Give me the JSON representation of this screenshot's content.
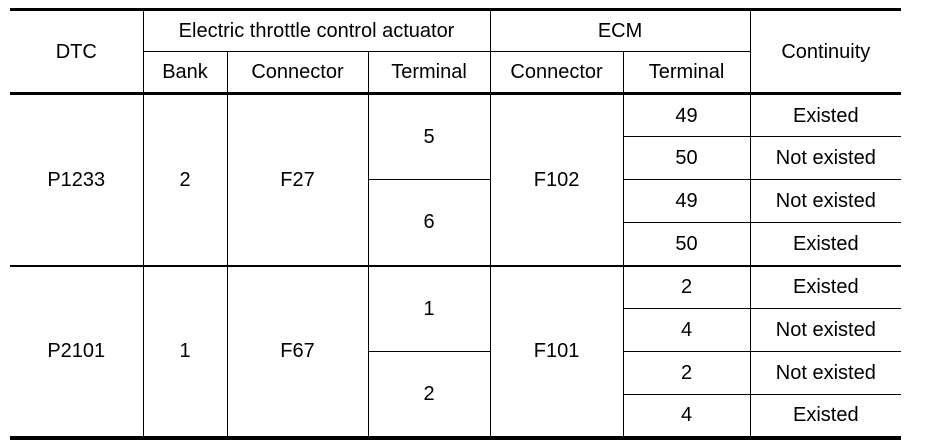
{
  "header": {
    "dtc": "DTC",
    "etca": "Electric throttle control actuator",
    "ecm": "ECM",
    "continuity": "Continuity",
    "bank": "Bank",
    "connector": "Connector",
    "terminal": "Terminal",
    "ecm_connector": "Connector",
    "ecm_terminal": "Terminal"
  },
  "groups": [
    {
      "dtc": "P1233",
      "bank": "2",
      "connector": "F27",
      "ecm_connector": "F102",
      "terminals": [
        {
          "terminal": "5",
          "rows": [
            {
              "ecm_terminal": "49",
              "continuity": "Existed"
            },
            {
              "ecm_terminal": "50",
              "continuity": "Not existed"
            }
          ]
        },
        {
          "terminal": "6",
          "rows": [
            {
              "ecm_terminal": "49",
              "continuity": "Not existed"
            },
            {
              "ecm_terminal": "50",
              "continuity": "Existed"
            }
          ]
        }
      ]
    },
    {
      "dtc": "P2101",
      "bank": "1",
      "connector": "F67",
      "ecm_connector": "F101",
      "terminals": [
        {
          "terminal": "1",
          "rows": [
            {
              "ecm_terminal": "2",
              "continuity": "Existed"
            },
            {
              "ecm_terminal": "4",
              "continuity": "Not existed"
            }
          ]
        },
        {
          "terminal": "2",
          "rows": [
            {
              "ecm_terminal": "2",
              "continuity": "Not existed"
            },
            {
              "ecm_terminal": "4",
              "continuity": "Existed"
            }
          ]
        }
      ]
    }
  ]
}
